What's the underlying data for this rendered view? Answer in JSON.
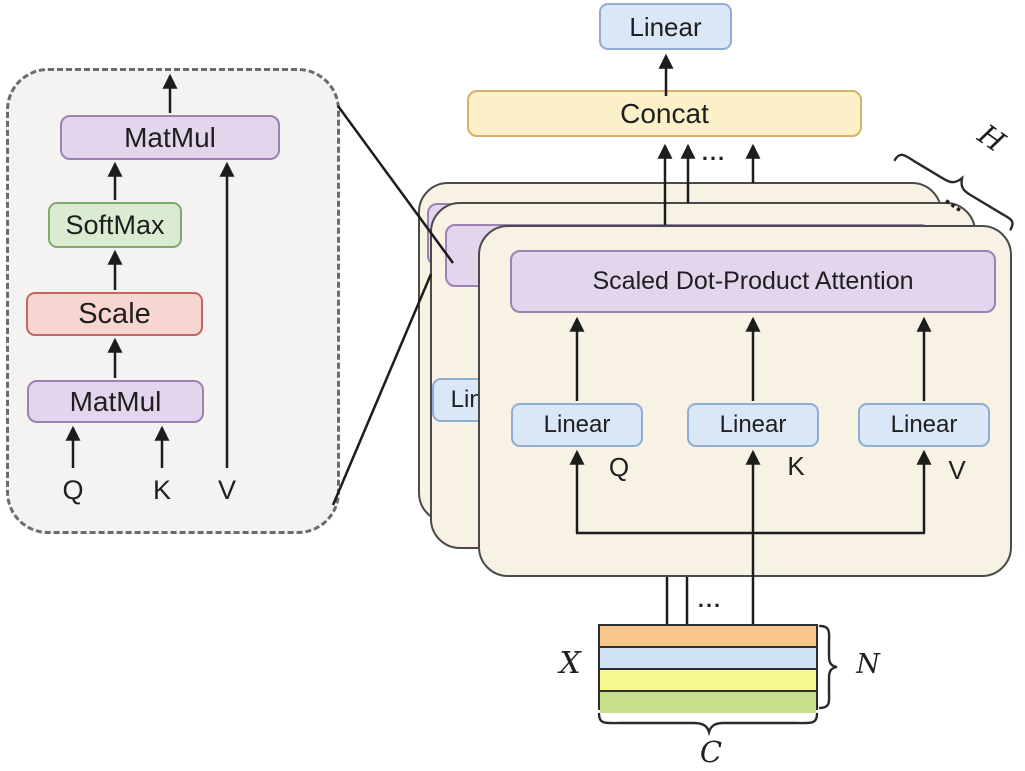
{
  "figure": {
    "output": {
      "linear_label": "Linear",
      "concat_label": "Concat",
      "heads_ellipsis": "...",
      "stack_brace_label": "H",
      "stack_ellipsis": "..."
    },
    "detail": {
      "matmul_top_label": "MatMul",
      "softmax_label": "SoftMax",
      "scale_label": "Scale",
      "matmul_bottom_label": "MatMul",
      "q_label": "Q",
      "k_label": "K",
      "v_label": "V"
    },
    "head": {
      "attention_label": "Scaled Dot-Product Attention",
      "linear_label": "Linear",
      "q_label": "Q",
      "k_label": "K",
      "v_label": "V"
    },
    "input": {
      "x_label": "X",
      "n_label": "N",
      "c_label": "C",
      "ellipsis": "...",
      "row_colors": [
        "#F8C58D",
        "#CFE2F4",
        "#F7F78F",
        "#C8DF8C"
      ]
    },
    "colors": {
      "purple_fill": "#E3D5EC",
      "purple_border": "#9C82B4",
      "blue_fill": "#DAE7F6",
      "blue_border": "#8FADD2",
      "green_fill": "#DBEBD1",
      "green_border": "#7FA96F",
      "red_fill": "#F7D5D0",
      "red_border": "#C26661",
      "yellow_fill": "#FBF0C7",
      "yellow_border": "#D5B365",
      "card_fill": "#F7F2E4",
      "card_border": "#4A4A4A",
      "line": "#1C1C1C"
    }
  }
}
